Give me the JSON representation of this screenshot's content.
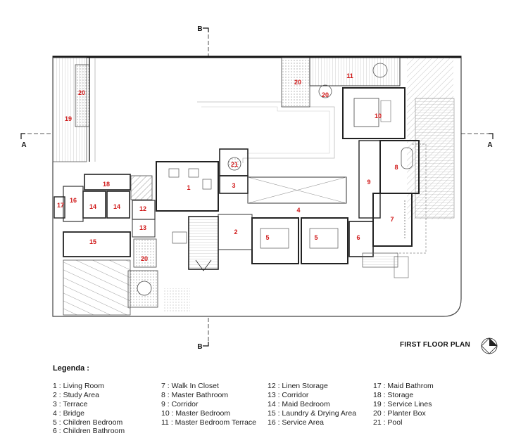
{
  "plan_title": "FIRST FLOOR PLAN",
  "section_markers": {
    "top_b": "B",
    "bottom_b": "B",
    "left_a": "A",
    "right_a": "A"
  },
  "room_numbers": {
    "r1": "1",
    "r2": "2",
    "r3": "3",
    "r4": "4",
    "r5a": "5",
    "r5b": "5",
    "r6": "6",
    "r7": "7",
    "r8": "8",
    "r9": "9",
    "r10": "10",
    "r11": "11",
    "r12": "12",
    "r13": "13",
    "r14a": "14",
    "r14b": "14",
    "r15": "15",
    "r16": "16",
    "r17": "17",
    "r18": "18",
    "r19": "19",
    "r20a": "20",
    "r20b": "20",
    "r20c": "20",
    "r20d": "20",
    "r21": "21"
  },
  "legend": {
    "title": "Legenda :",
    "col1": [
      "1 : Living Room",
      "2 : Study Area",
      "3 : Terrace",
      "4 : Bridge",
      "5 : Children Bedroom",
      "6 : Children Bathroom"
    ],
    "col2": [
      "7 : Walk In Closet",
      "8 : Master Bathroom",
      "9 : Corridor",
      "10 : Master Bedroom",
      "11 : Master Bedroom Terrace"
    ],
    "col3": [
      "12 : Linen Storage",
      "13 : Corridor",
      "14 : Maid Bedroom",
      "15 : Laundry & Drying Area",
      "16 : Service Area"
    ],
    "col4": [
      "17 : Maid Bathrom",
      "18 : Storage",
      "19 : Service Lines",
      "20 : Planter Box",
      "21 : Pool"
    ]
  },
  "colors": {
    "label_red": "#d01818",
    "wall": "#222222",
    "hatch": "#9a9a9a"
  }
}
